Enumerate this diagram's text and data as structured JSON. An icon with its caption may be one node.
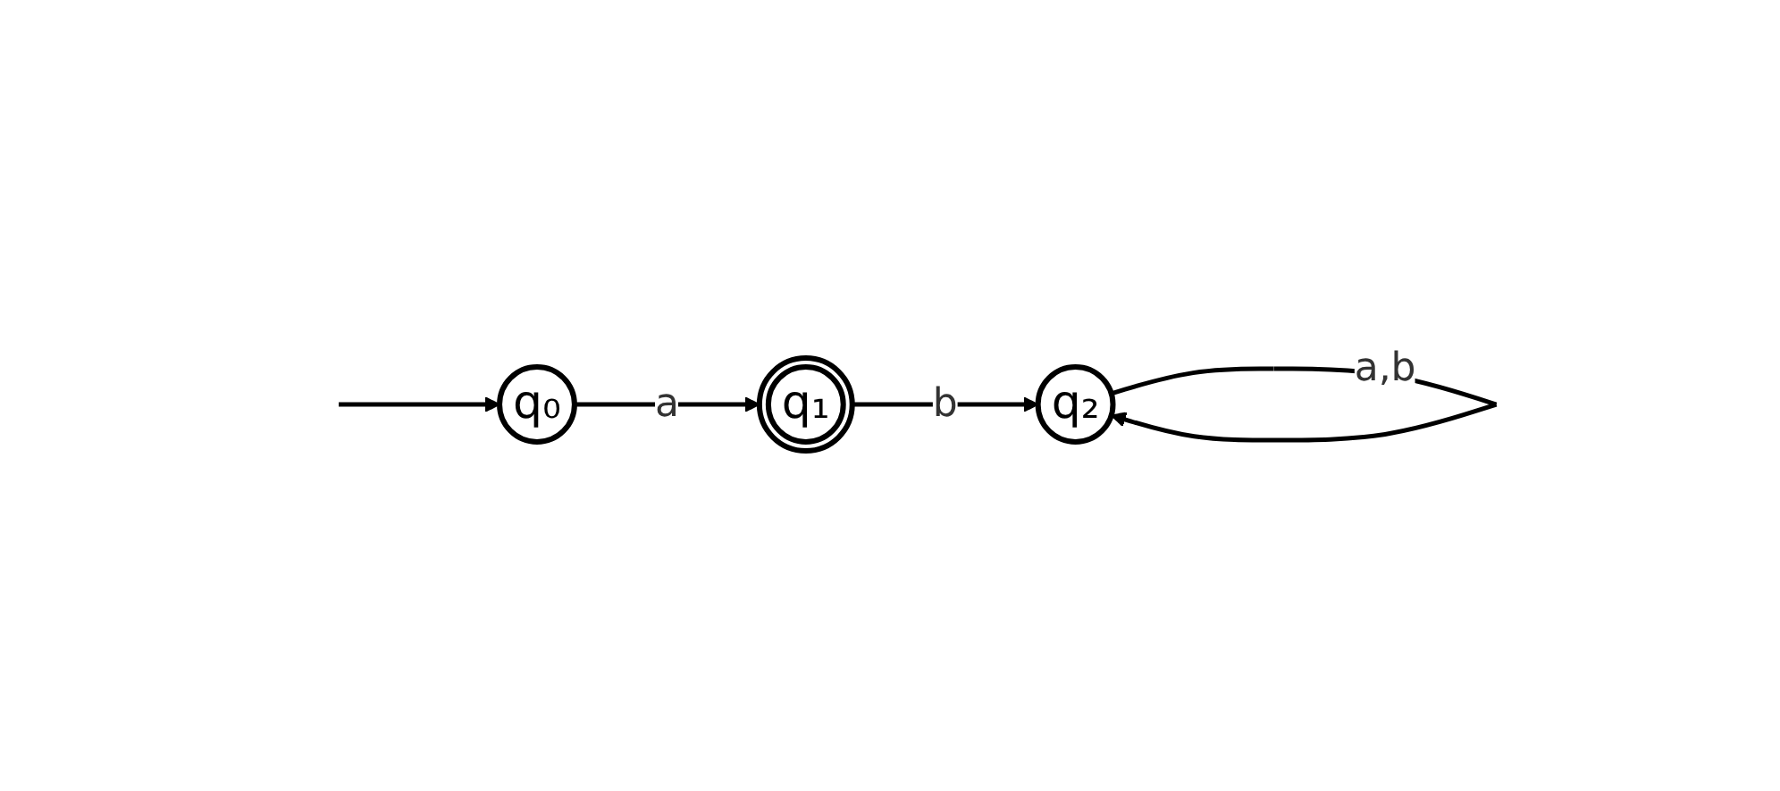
{
  "diagram": {
    "nodes": [
      {
        "text": [
          "q₀"
        ]
      },
      {
        "text": [
          "q₁"
        ]
      },
      {
        "text": [
          "q₂"
        ]
      }
    ],
    "edges": [
      {
        "from": null,
        "to": 0,
        "arrow": "to"
      },
      {
        "from": 0,
        "to": 1,
        "label": "a",
        "arrow": "to"
      },
      {
        "from": 1,
        "to": 2,
        "label": "b",
        "arrow": "to"
      },
      {
        "from": 2,
        "to": 2,
        "label": "a,b",
        "arrow": "to"
      }
    ]
  }
}
